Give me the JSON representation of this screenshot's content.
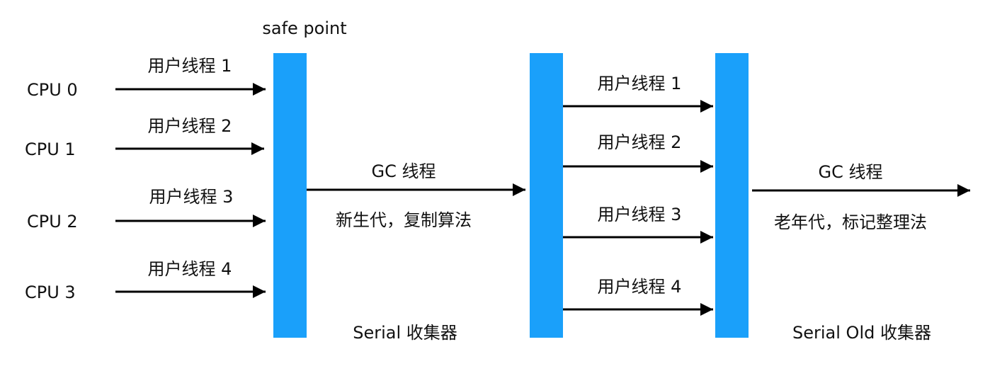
{
  "safe_point": "safe point",
  "cpus": [
    "CPU 0",
    "CPU 1",
    "CPU 2",
    "CPU 3"
  ],
  "user_threads": [
    "用户线程 1",
    "用户线程 2",
    "用户线程 3",
    "用户线程 4"
  ],
  "gc_thread": "GC 线程",
  "young_gen": "新生代，复制算法",
  "old_gen": "老年代，标记整理法",
  "serial_collector": "Serial 收集器",
  "serial_old_collector": "Serial Old 收集器",
  "colors": {
    "bar": "#1AA0FA",
    "arrow": "#000000"
  }
}
